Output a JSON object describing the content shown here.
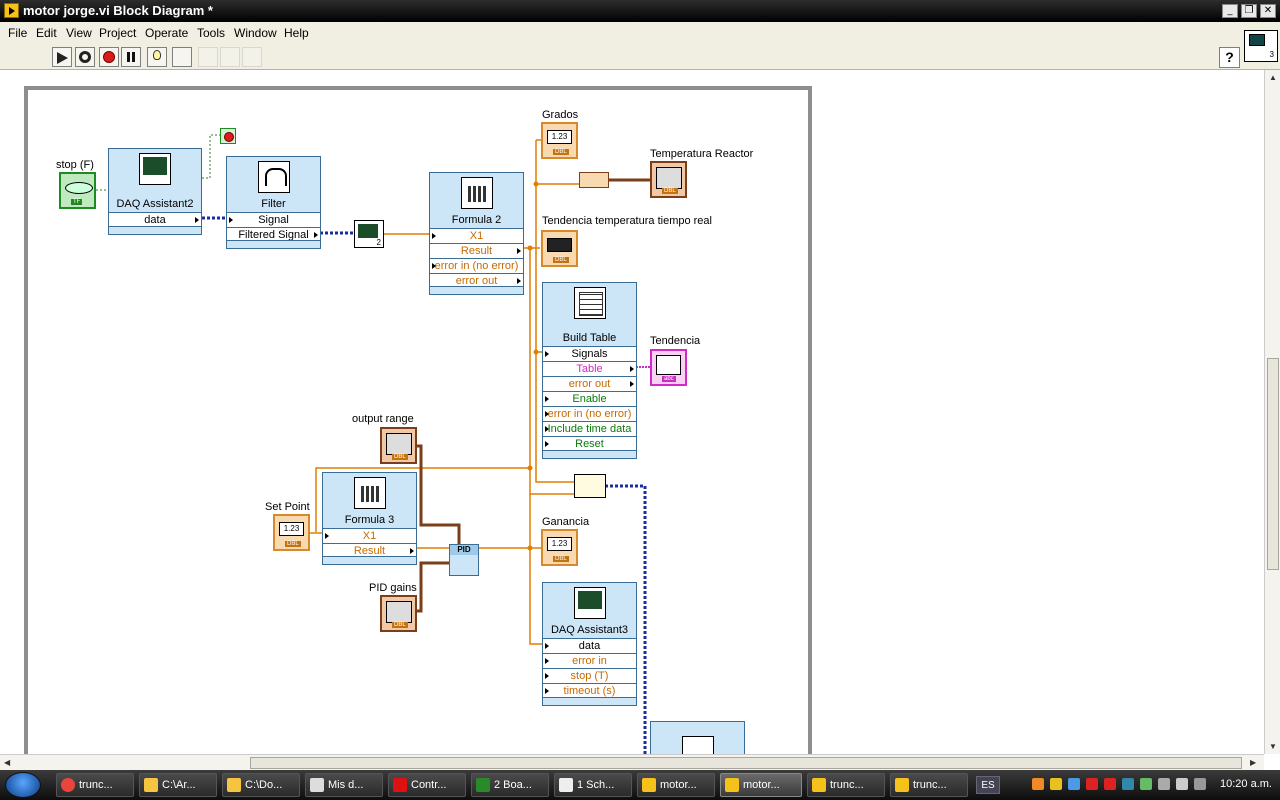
{
  "window": {
    "title": "motor jorge.vi Block Diagram *"
  },
  "window_buttons": {
    "minimize": "_",
    "restore": "❐",
    "close": "✕"
  },
  "menu": [
    "File",
    "Edit",
    "View",
    "Project",
    "Operate",
    "Tools",
    "Window",
    "Help"
  ],
  "toolbar": {
    "help": "?"
  },
  "vi_icon": {
    "number": "3"
  },
  "diagram": {
    "stop": {
      "label": "stop (F)",
      "tag": "TF"
    },
    "daq1": {
      "title": "DAQ Assistant2",
      "terminals": [
        "data"
      ]
    },
    "filter": {
      "title": "Filter",
      "terminals": [
        "Signal",
        "Filtered Signal"
      ]
    },
    "merge_count": "2",
    "formula2": {
      "title": "Formula 2",
      "terminals": [
        "X1",
        "Result",
        "error in (no error)",
        "error out"
      ]
    },
    "grados": {
      "label": "Grados",
      "value": "1.23",
      "tag": "DBL"
    },
    "temperatura": {
      "label": "Temperatura Reactor",
      "tag": "DBL"
    },
    "tendencia_tr": {
      "label": "Tendencia temperatura tiempo real",
      "tag": "DBL"
    },
    "build_table": {
      "title": "Build Table",
      "terminals": [
        "Signals",
        "Table",
        "error out",
        "Enable",
        "error in (no error)",
        "Include time data",
        "Reset"
      ]
    },
    "tendencia": {
      "label": "Tendencia",
      "tag": "abc"
    },
    "output_range": {
      "label": "output range",
      "tag": "DBL"
    },
    "set_point": {
      "label": "Set Point",
      "value": "1.23",
      "tag": "DBL"
    },
    "formula3": {
      "title": "Formula 3",
      "terminals": [
        "X1",
        "Result"
      ]
    },
    "pid": {
      "title": "PID"
    },
    "pid_gains": {
      "label": "PID gains",
      "tag": "DBL"
    },
    "ganancia": {
      "label": "Ganancia",
      "value": "1.23",
      "tag": "DBL"
    },
    "daq3": {
      "title": "DAQ Assistant3",
      "terminals": [
        "data",
        "error in",
        "stop (T)",
        "timeout (s)"
      ]
    }
  },
  "taskbar": {
    "items": [
      "trunc...",
      "C:\\Ar...",
      "C:\\Do...",
      "Mis d...",
      "Contr...",
      "2 Boa...",
      "1 Sch...",
      "motor...",
      "motor...",
      "trunc...",
      "trunc..."
    ],
    "language": "ES",
    "clock": "10:20 a.m."
  },
  "colors": {
    "numeric_wire": "#e07f00",
    "dynamic_wire": "#1a2d9e",
    "boolean": "#1f8a1f",
    "string": "#d12ac7",
    "node_bg": "#cde6f7"
  }
}
